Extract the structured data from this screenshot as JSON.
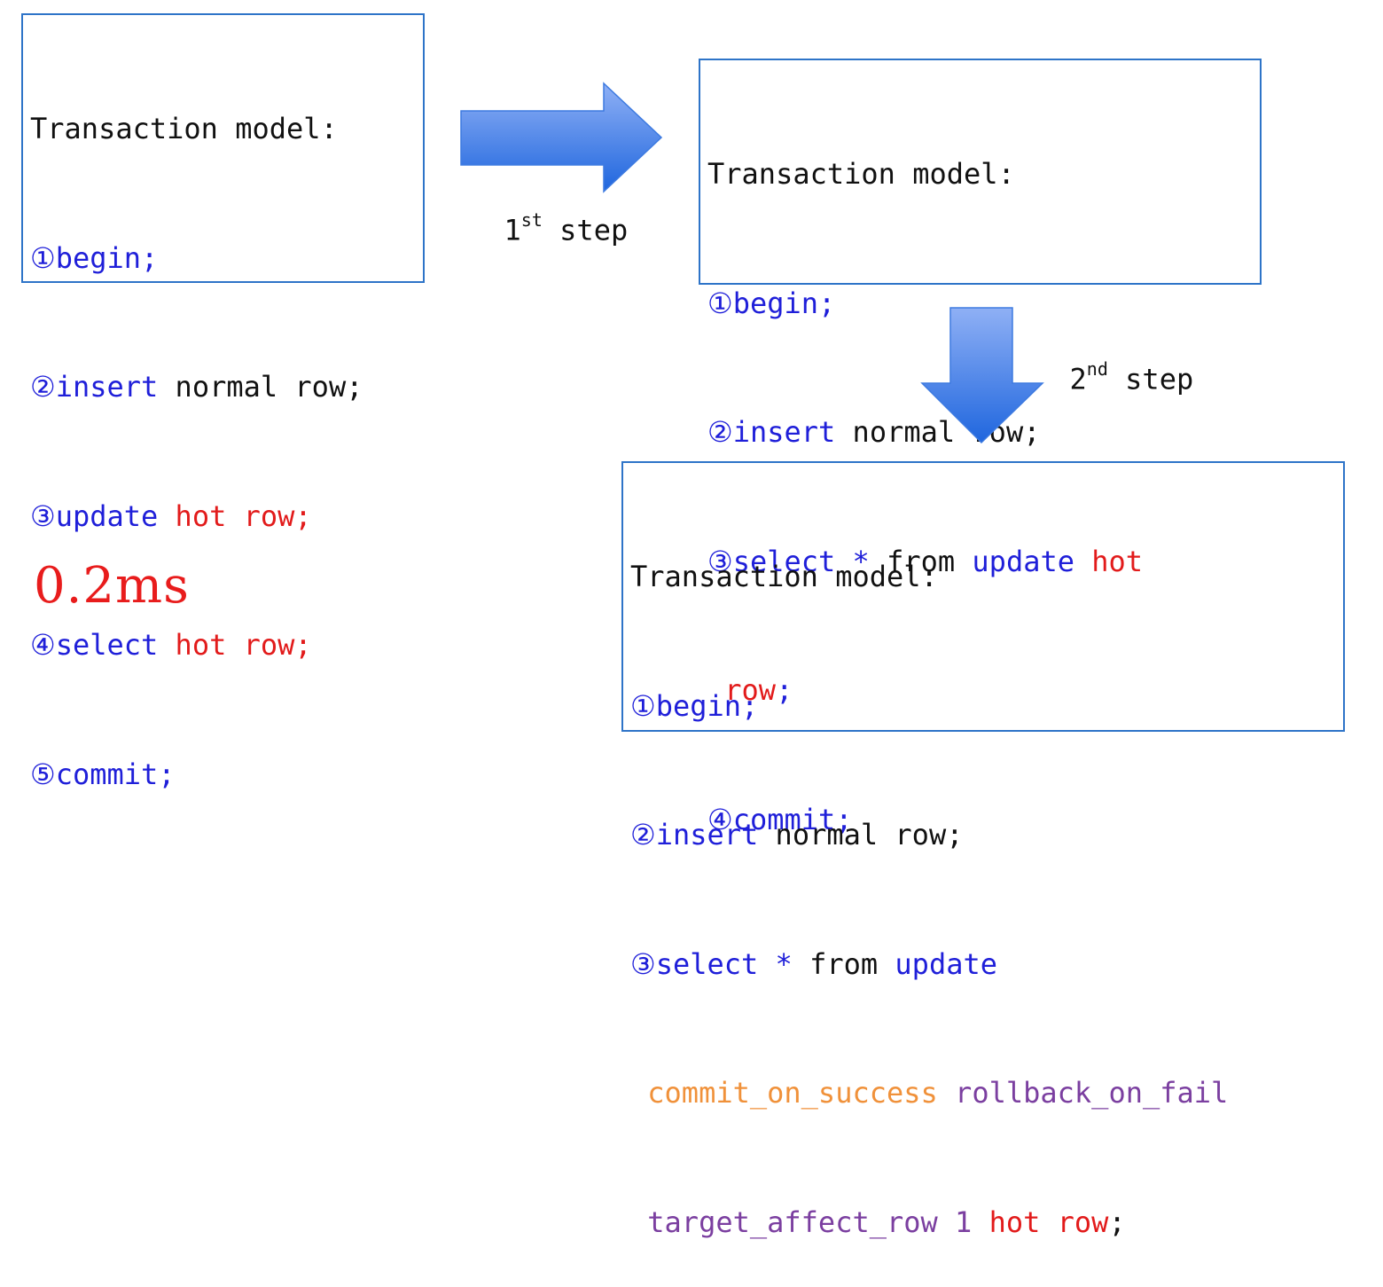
{
  "colors": {
    "border": "#2e74c8",
    "keyword": "#1f1fd9",
    "hot": "#e21b1b",
    "orange": "#f0913a",
    "purple": "#7b3fa0",
    "arrow_light": "#8fb0f5",
    "arrow_dark": "#1f66de"
  },
  "model1": {
    "title": "Transaction model:",
    "l1_num": "①",
    "l1_kw": "begin;",
    "l2_num": "②",
    "l2_kw": "insert",
    "l2_text": " normal row;",
    "l3_num": "③",
    "l3_kw": "update",
    "l3_hot": " hot row;",
    "l4_num": "④",
    "l4_kw": "select",
    "l4_hot": " hot row;",
    "l5_num": "⑤",
    "l5_kw": "commit;"
  },
  "model2": {
    "title": "Transaction model:",
    "l1_num": "①",
    "l1_kw": "begin;",
    "l2_num": "②",
    "l2_kw": "insert",
    "l2_text": " normal row;",
    "l3_num": "③",
    "l3_kw": "select",
    "l3_star": " * ",
    "l3_from": "from",
    "l3_update": " update",
    "l3_hot": " hot",
    "l3b_hot": " row",
    "l3b_tail": ";",
    "l4_num": "④",
    "l4_kw": "commit;"
  },
  "model3": {
    "title": "Transaction model:",
    "l1_num": "①",
    "l1_kw": "begin;",
    "l2_num": "②",
    "l2_kw": "insert",
    "l2_text": " normal row;",
    "l3_num": "③",
    "l3_kw": "select",
    "l3_star": " * ",
    "l3_from": "from",
    "l3_update": " update",
    "l4_orange": " commit_on_success",
    "l4_purple": " rollback_on_fail",
    "l5_purple": " target_affect_row 1",
    "l5_hot": " hot row",
    "l5_tail": ";"
  },
  "step1": {
    "num": "1",
    "sup": "st",
    "word": " step"
  },
  "step2": {
    "num": "2",
    "sup": "nd",
    "word": " step"
  },
  "timing": "0.2ms"
}
